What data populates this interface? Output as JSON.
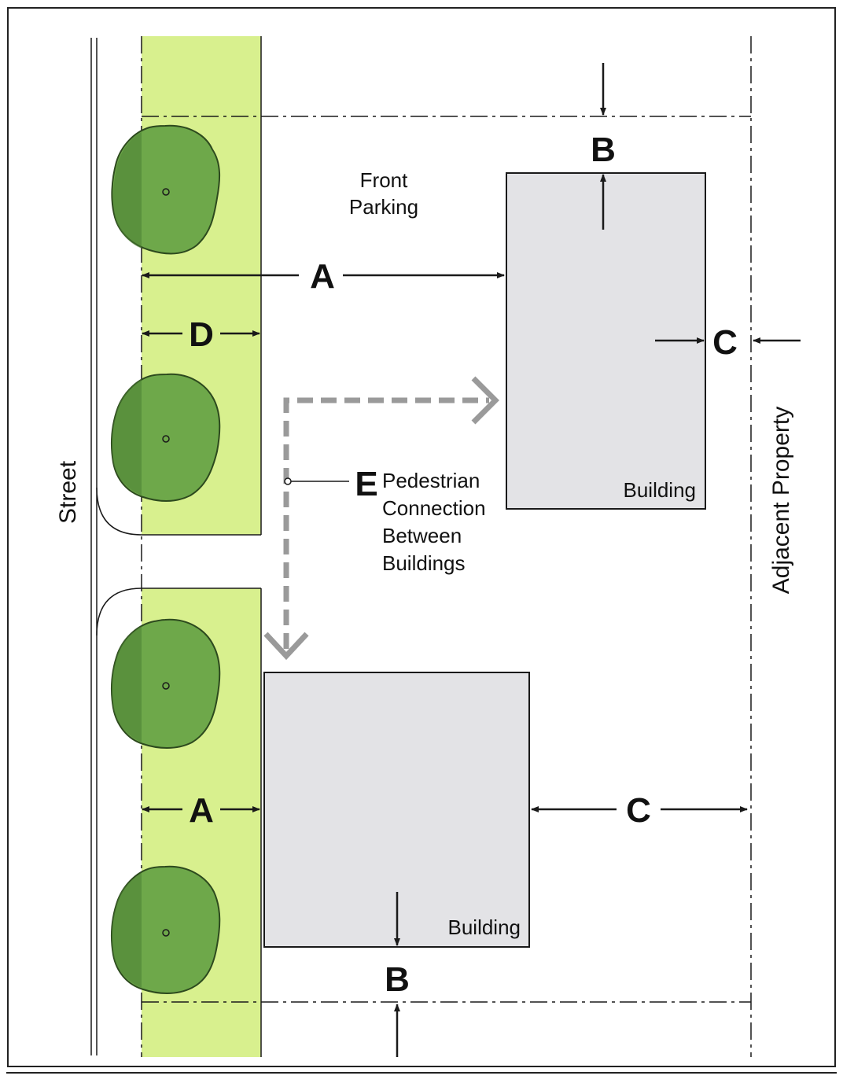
{
  "labels": {
    "street": "Street",
    "adjacent_property": "Adjacent Property",
    "front_parking_line1": "Front",
    "front_parking_line2": "Parking",
    "building_upper": "Building",
    "building_lower": "Building",
    "pedestrian_line1": "Pedestrian",
    "pedestrian_line2": "Connection",
    "pedestrian_line3": "Between",
    "pedestrian_line4": "Buildings"
  },
  "dimension_letters": {
    "a_upper": "A",
    "a_lower": "A",
    "b_upper": "B",
    "b_lower": "B",
    "c_upper": "C",
    "c_lower": "C",
    "d": "D",
    "e": "E"
  },
  "colors": {
    "landscape_strip": "#d8f08e",
    "building_fill": "#e3e3e6",
    "tree_fill": "#6ea84a",
    "tree_dark": "#4a7e33",
    "line": "#1a1a1a",
    "pedestrian_path": "#9a9a9a"
  }
}
